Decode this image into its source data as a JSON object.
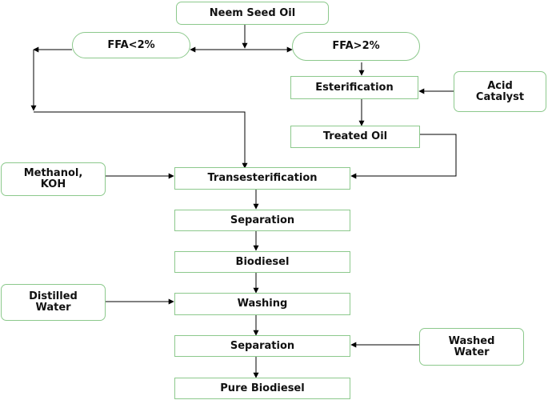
{
  "nodes": {
    "neem_seed_oil": "Neem Seed Oil",
    "ffa_low": "FFA<2%",
    "ffa_high": "FFA>2%",
    "esterification": "Esterification",
    "acid_catalyst_line1": "Acid",
    "acid_catalyst_line2": "Catalyst",
    "treated_oil": "Treated Oil",
    "methanol_line1": "Methanol,",
    "methanol_line2": "KOH",
    "transesterification": "Transesterification",
    "separation_1": "Separation",
    "biodiesel": "Biodiesel",
    "distilled_water_line1": "Distilled",
    "distilled_water_line2": "Water",
    "washing": "Washing",
    "separation_2": "Separation",
    "washed_water_line1": "Washed",
    "washed_water_line2": "Water",
    "pure_biodiesel": "Pure Biodiesel"
  },
  "colors": {
    "box_border": "#8cc98c",
    "connector": "#000000"
  }
}
